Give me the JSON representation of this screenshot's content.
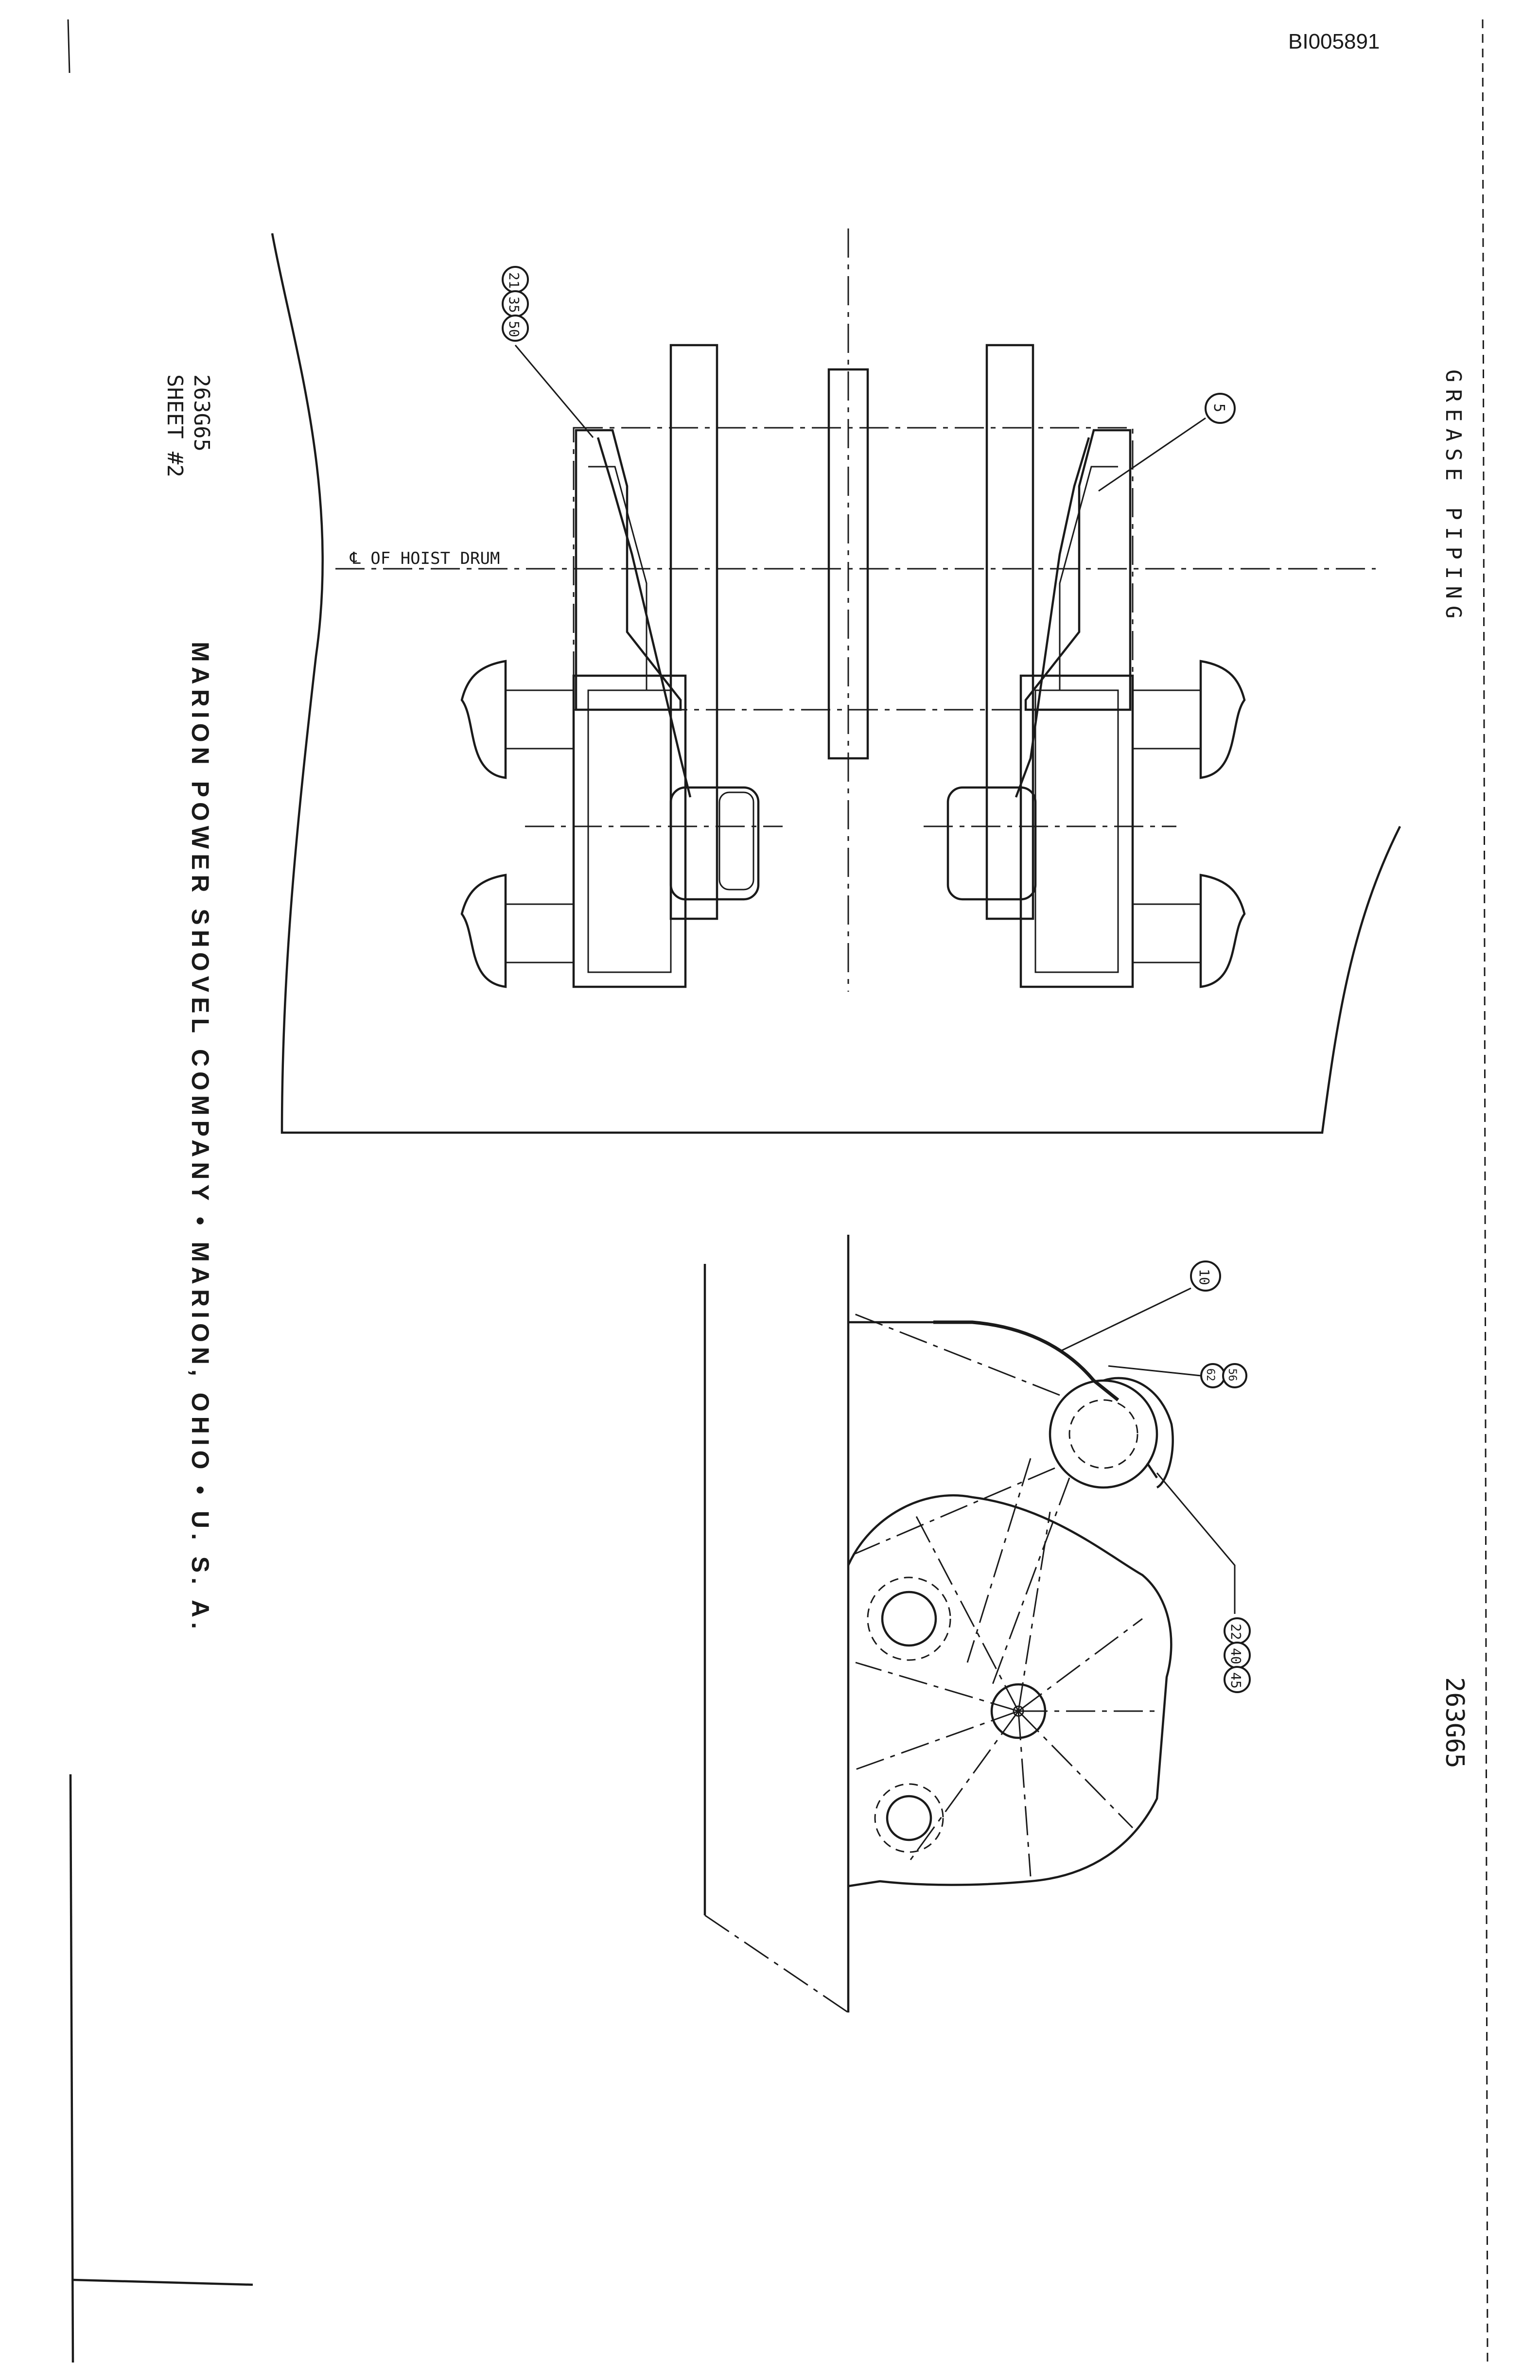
{
  "document": {
    "id_stamp": "BI005891",
    "title_side": "GREASE PIPING",
    "drawing_number": "263G65",
    "drawing_number_left": "263G65",
    "sheet_label": "SHEET #2",
    "company_line": "MARION POWER SHOVEL COMPANY  •  MARION, OHIO  •  U. S. A.",
    "centerline_label": "℄ OF HOIST DRUM"
  },
  "callouts": {
    "upper_group": [
      "21",
      "35",
      "50"
    ],
    "upper_single": "5",
    "lower_single": "10",
    "lower_pair": [
      "56",
      "62"
    ],
    "lower_group": [
      "22",
      "40",
      "45"
    ]
  }
}
